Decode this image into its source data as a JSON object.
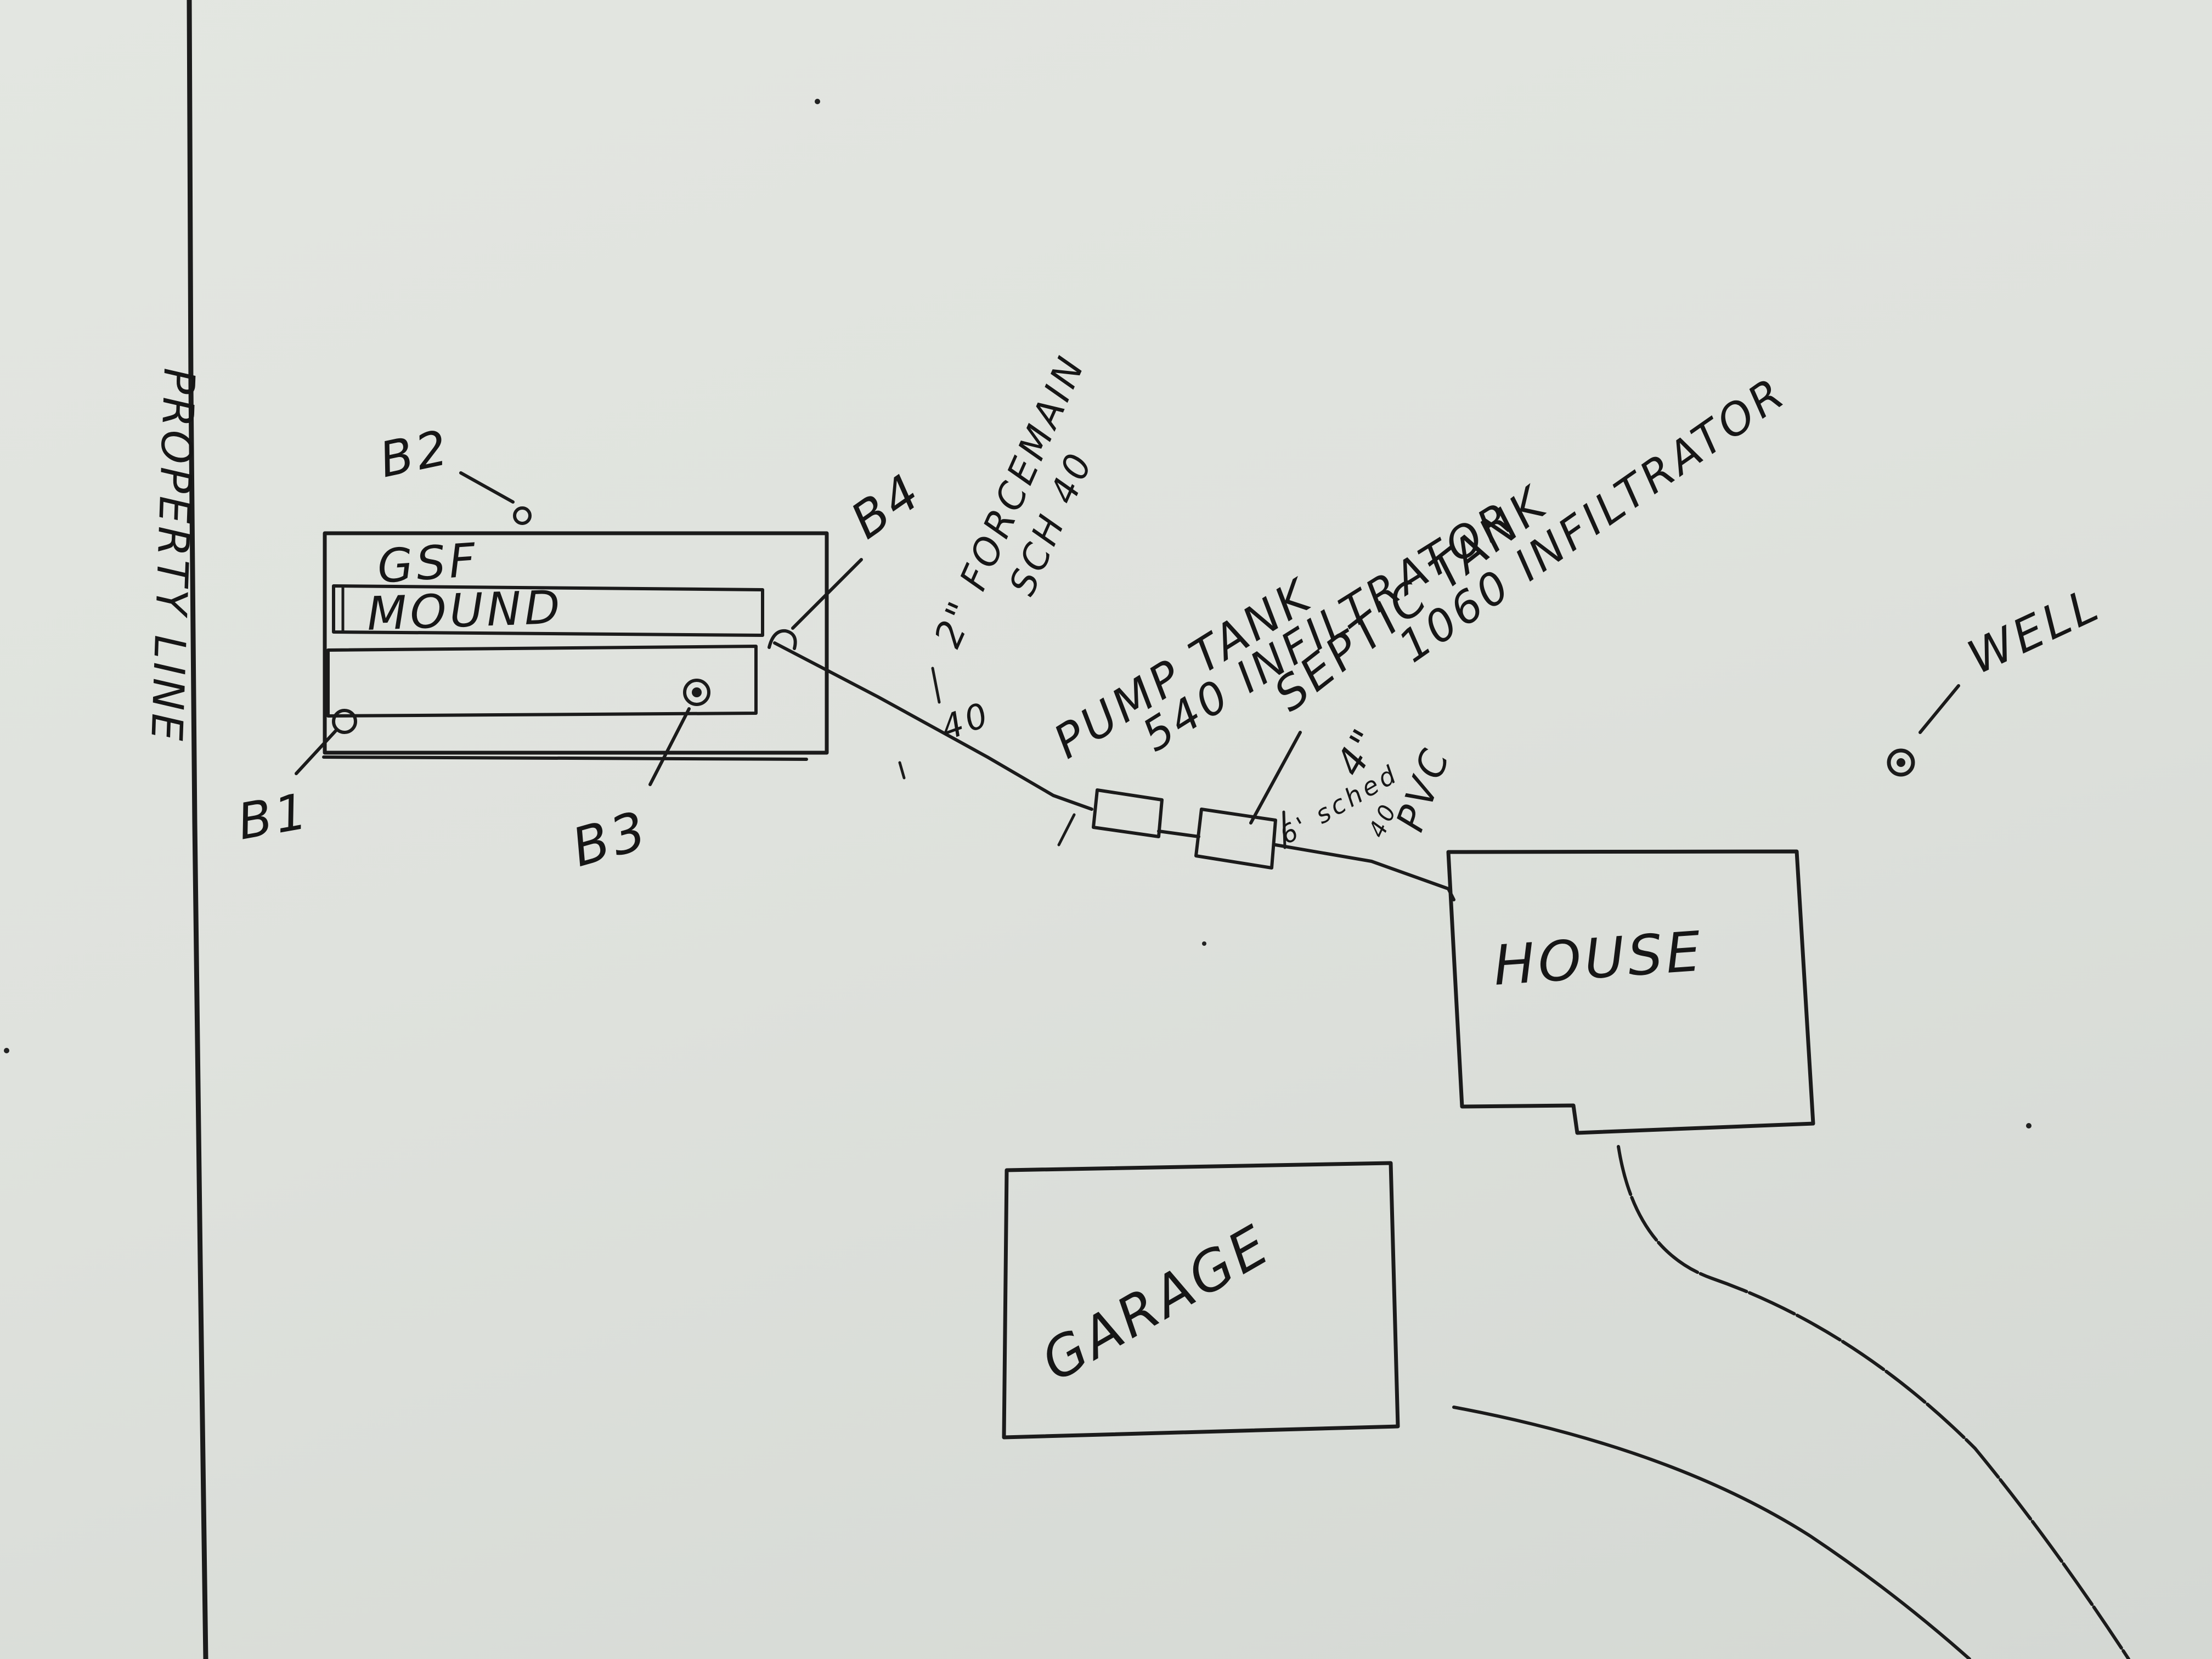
{
  "labels": {
    "property_line": "PROPERTY LINE",
    "b1": "B1",
    "b2": "B2",
    "b3": "B3",
    "b4": "B4",
    "gsf": "GSF",
    "mound": "MOUND",
    "force_main_1": "2\" FORCEMAIN",
    "force_main_2": "SCH 40",
    "force_main_3": "40",
    "pump_tank_1": "PUMP TANK",
    "pump_tank_2": "540 INFILTRATOR",
    "septic_tank_1": "SEPTIC TANK",
    "septic_tank_2": "1060 INFILTRATOR",
    "pipe_1": "4\"",
    "pipe_2": "PVC",
    "pipe_3": "6' sched",
    "pipe_4": "40",
    "well": "WELL",
    "house": "HOUSE",
    "garage": "GARAGE"
  }
}
